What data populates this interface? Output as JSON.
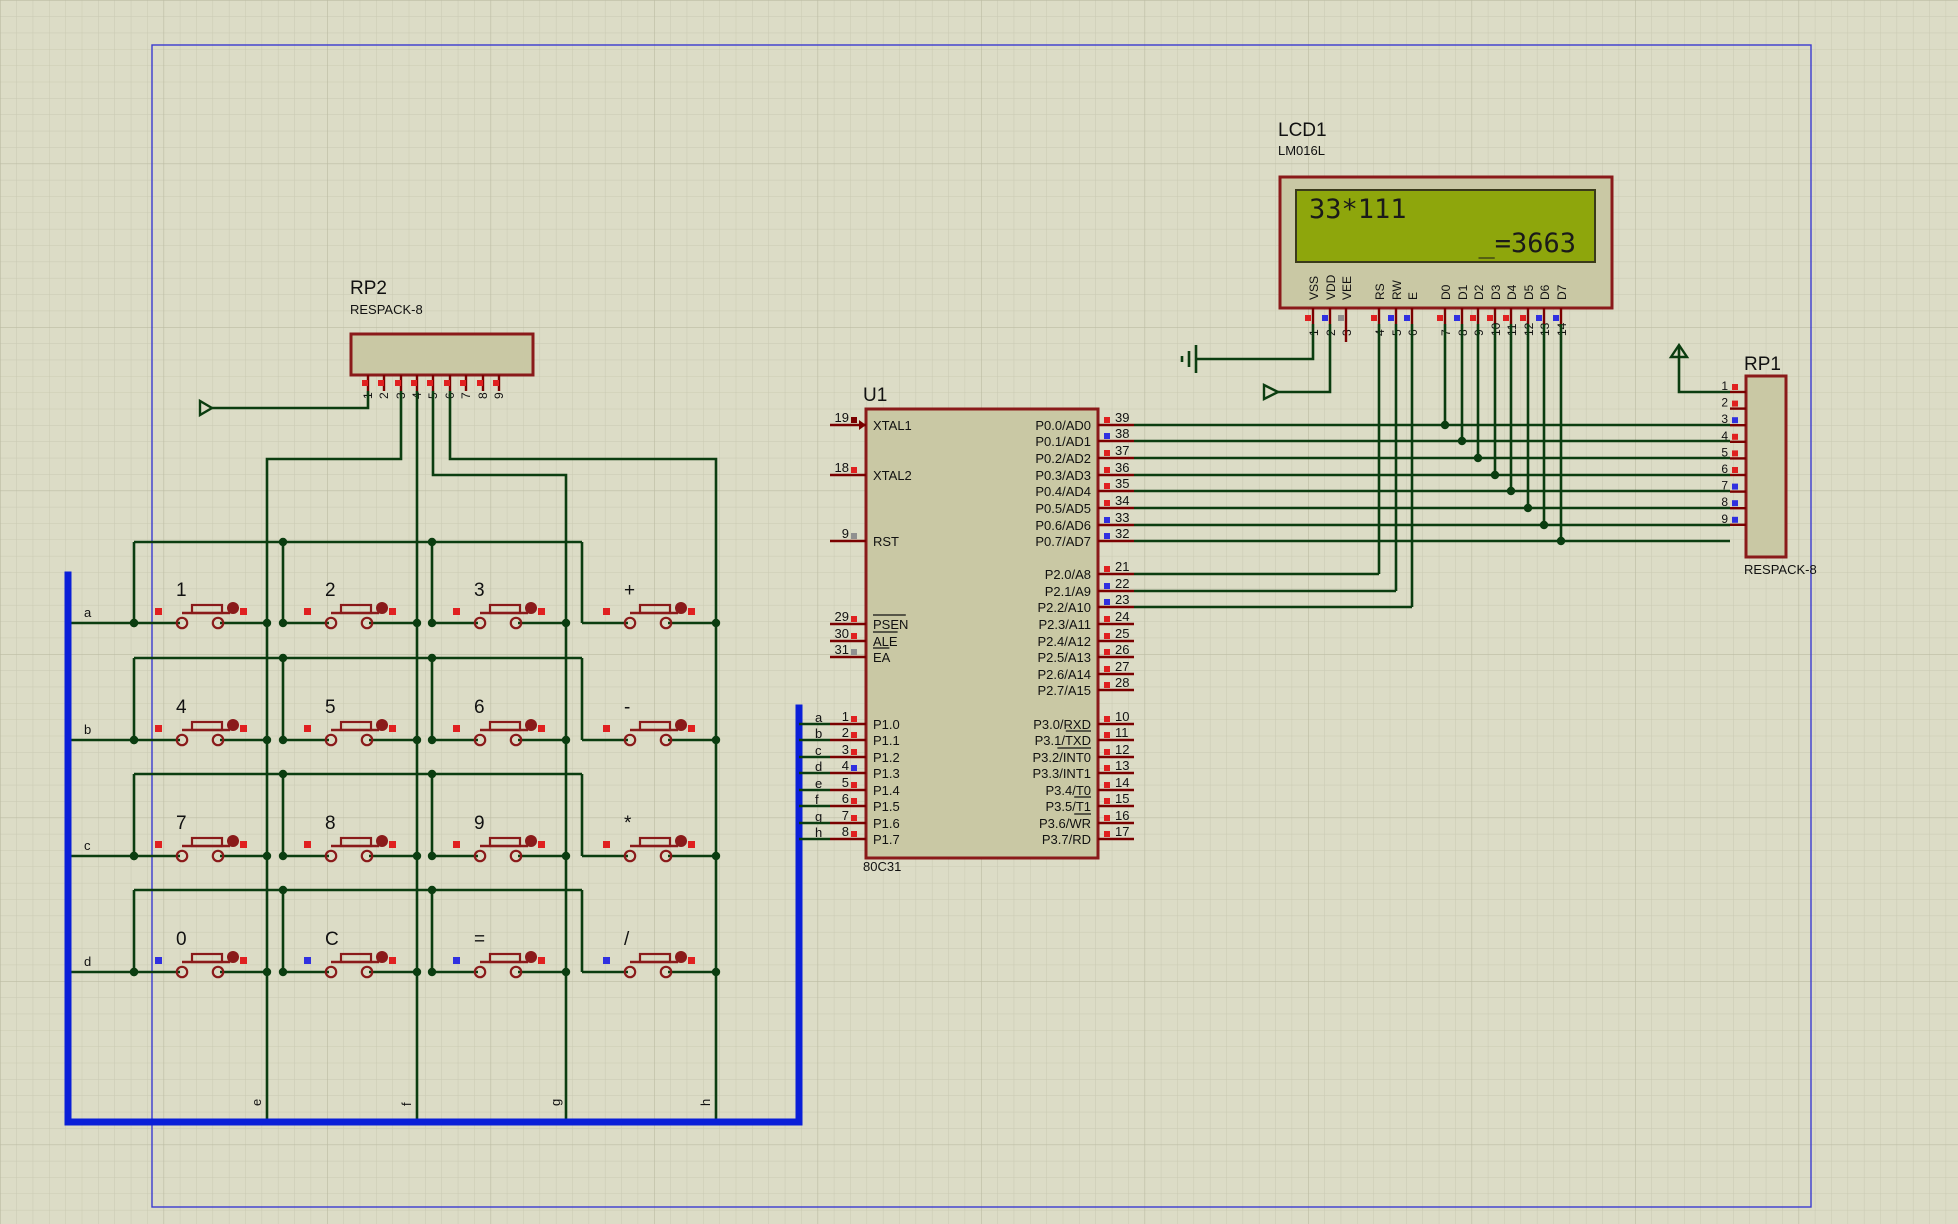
{
  "colors": {
    "background": "#dcdcc6",
    "grid": "#c7c7b0",
    "frame": "#3b3bd0",
    "wire": "#0b3d10",
    "bus": "#0a1fd8",
    "component_outline": "#8a1a1a",
    "component_fill": "#c9c8a4",
    "lcd_screen": "#8ea60c",
    "pin_red": "#e02020",
    "pin_blue": "#3030e0",
    "pin_gray": "#909090"
  },
  "rp2": {
    "ref": "RP2",
    "value": "RESPACK-8",
    "pins": [
      "1",
      "2",
      "3",
      "4",
      "5",
      "6",
      "7",
      "8",
      "9"
    ]
  },
  "rp1": {
    "ref": "RP1",
    "value": "RESPACK-8",
    "pins": [
      "1",
      "2",
      "3",
      "4",
      "5",
      "6",
      "7",
      "8",
      "9"
    ]
  },
  "lcd": {
    "ref": "LCD1",
    "value": "LM016L",
    "line1": "33*111",
    "line2": "_=3663",
    "pin_names": [
      "VSS",
      "VDD",
      "VEE",
      "RS",
      "RW",
      "E",
      "D0",
      "D1",
      "D2",
      "D3",
      "D4",
      "D5",
      "D6",
      "D7"
    ],
    "pin_numbers": [
      "1",
      "2",
      "3",
      "4",
      "5",
      "6",
      "7",
      "8",
      "9",
      "10",
      "11",
      "12",
      "13",
      "14"
    ]
  },
  "mcu": {
    "ref": "U1",
    "value": "80C31",
    "left_pins": [
      {
        "num": "19",
        "name": "XTAL1"
      },
      {
        "num": "18",
        "name": "XTAL2"
      },
      {
        "num": "9",
        "name": "RST"
      },
      {
        "num": "29",
        "name": "PSEN"
      },
      {
        "num": "30",
        "name": "ALE"
      },
      {
        "num": "31",
        "name": "EA"
      },
      {
        "num": "1",
        "name": "P1.0",
        "net": "a"
      },
      {
        "num": "2",
        "name": "P1.1",
        "net": "b"
      },
      {
        "num": "3",
        "name": "P1.2",
        "net": "c"
      },
      {
        "num": "4",
        "name": "P1.3",
        "net": "d"
      },
      {
        "num": "5",
        "name": "P1.4",
        "net": "e"
      },
      {
        "num": "6",
        "name": "P1.5",
        "net": "f"
      },
      {
        "num": "7",
        "name": "P1.6",
        "net": "g"
      },
      {
        "num": "8",
        "name": "P1.7",
        "net": "h"
      }
    ],
    "right_pins": [
      {
        "num": "39",
        "name": "P0.0/AD0"
      },
      {
        "num": "38",
        "name": "P0.1/AD1"
      },
      {
        "num": "37",
        "name": "P0.2/AD2"
      },
      {
        "num": "36",
        "name": "P0.3/AD3"
      },
      {
        "num": "35",
        "name": "P0.4/AD4"
      },
      {
        "num": "34",
        "name": "P0.5/AD5"
      },
      {
        "num": "33",
        "name": "P0.6/AD6"
      },
      {
        "num": "32",
        "name": "P0.7/AD7"
      },
      {
        "num": "21",
        "name": "P2.0/A8"
      },
      {
        "num": "22",
        "name": "P2.1/A9"
      },
      {
        "num": "23",
        "name": "P2.2/A10"
      },
      {
        "num": "24",
        "name": "P2.3/A11"
      },
      {
        "num": "25",
        "name": "P2.4/A12"
      },
      {
        "num": "26",
        "name": "P2.5/A13"
      },
      {
        "num": "27",
        "name": "P2.6/A14"
      },
      {
        "num": "28",
        "name": "P2.7/A15"
      },
      {
        "num": "10",
        "name": "P3.0/RXD"
      },
      {
        "num": "11",
        "name": "P3.1/TXD"
      },
      {
        "num": "12",
        "name": "P3.2/INT0"
      },
      {
        "num": "13",
        "name": "P3.3/INT1"
      },
      {
        "num": "14",
        "name": "P3.4/T0"
      },
      {
        "num": "15",
        "name": "P3.5/T1"
      },
      {
        "num": "16",
        "name": "P3.6/WR"
      },
      {
        "num": "17",
        "name": "P3.7/RD"
      }
    ]
  },
  "keypad": {
    "keys": [
      [
        "1",
        "2",
        "3",
        "+"
      ],
      [
        "4",
        "5",
        "6",
        "-"
      ],
      [
        "7",
        "8",
        "9",
        "*"
      ],
      [
        "0",
        "C",
        "=",
        "/"
      ]
    ],
    "row_nets": [
      "a",
      "b",
      "c",
      "d"
    ],
    "col_nets": [
      "e",
      "f",
      "g",
      "h"
    ]
  }
}
